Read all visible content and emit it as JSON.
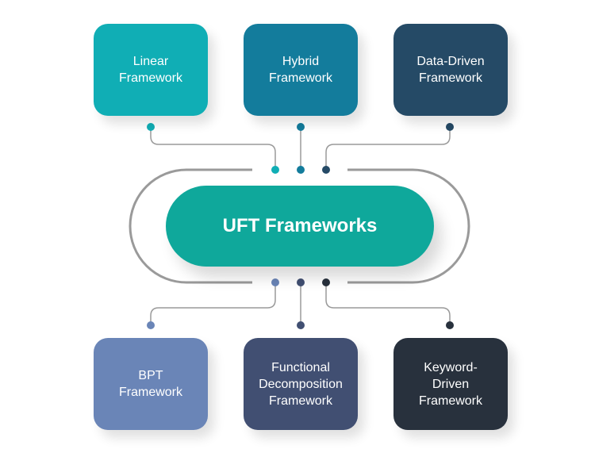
{
  "center": {
    "label": "UFT Frameworks",
    "color": "#0fa89b"
  },
  "top_nodes": [
    {
      "label": "Linear\nFramework",
      "color": "#10aeb5"
    },
    {
      "label": "Hybrid\nFramework",
      "color": "#137c9c"
    },
    {
      "label": "Data-Driven\nFramework",
      "color": "#254a66"
    }
  ],
  "bottom_nodes": [
    {
      "label": "BPT\nFramework",
      "color": "#6a85b7"
    },
    {
      "label": "Functional\nDecomposition\nFramework",
      "color": "#414f72"
    },
    {
      "label": "Keyword-\nDriven\nFramework",
      "color": "#28313d"
    }
  ],
  "colors": {
    "connector": "#9a9a9a",
    "dot_top": [
      "#10aeb5",
      "#137c9c",
      "#254a66"
    ],
    "dot_bottom": [
      "#6a85b7",
      "#414f72",
      "#28313d"
    ]
  }
}
